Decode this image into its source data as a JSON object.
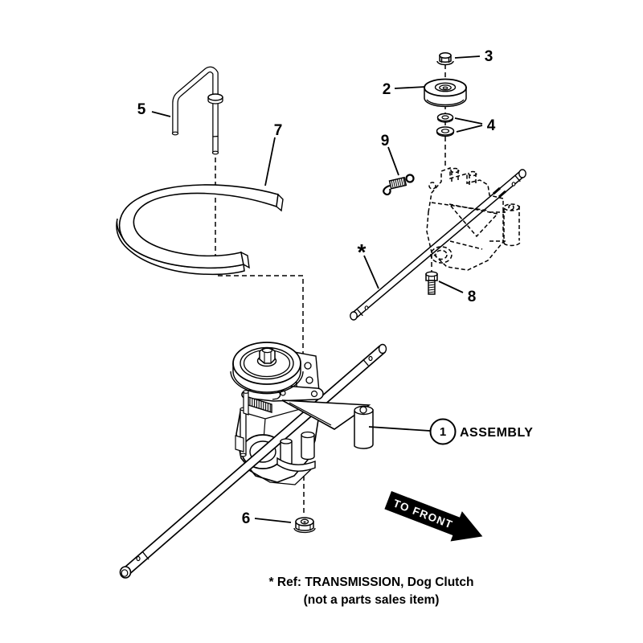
{
  "page": {
    "background": "#ffffff",
    "line_color": "#000000"
  },
  "callouts": {
    "item1": {
      "number": "1",
      "caption": "ASSEMBLY"
    },
    "item2": {
      "number": "2"
    },
    "item3": {
      "number": "3"
    },
    "item4": {
      "number": "4"
    },
    "item5": {
      "number": "5"
    },
    "item6": {
      "number": "6"
    },
    "item7": {
      "number": "7"
    },
    "item8": {
      "number": "8"
    },
    "item9": {
      "number": "9"
    },
    "reference_marker": {
      "symbol": "*"
    }
  },
  "direction_arrow": {
    "label": "TO FRONT",
    "background": "#000000",
    "text_color": "#ffffff"
  },
  "footnote": {
    "line1": "* Ref: TRANSMISSION, Dog Clutch",
    "line2": "(not a parts sales item)"
  }
}
